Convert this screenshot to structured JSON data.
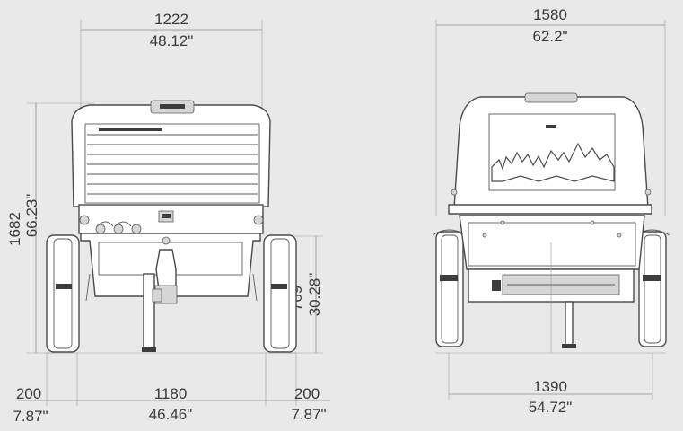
{
  "front_view": {
    "overall_width_mm": "1222",
    "overall_width_in": "48.12\"",
    "overall_height_mm": "1682",
    "overall_height_in": "66.23\"",
    "axle_height_mm": "769",
    "axle_height_in": "30.28\"",
    "left_overhang_mm": "200",
    "left_overhang_in": "7.87\"",
    "track_mm": "1180",
    "track_in": "46.46\"",
    "right_overhang_mm": "200",
    "right_overhang_in": "7.87\""
  },
  "rear_view": {
    "overall_width_mm": "1580",
    "overall_width_in": "62.2\"",
    "track_mm": "1390",
    "track_in": "54.72\""
  },
  "colors": {
    "background": "#e9e9e9",
    "line": "#4a4a4a",
    "dimension": "#8a8a8a"
  }
}
